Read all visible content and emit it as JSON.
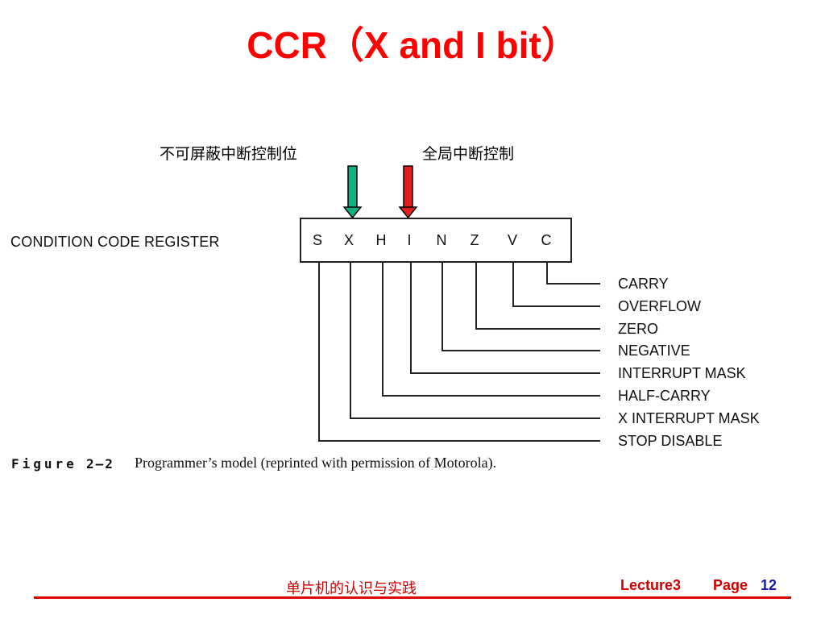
{
  "slide": {
    "title": "CCR（X and I bit）"
  },
  "annotations": {
    "x_bit_label": "不可屏蔽中断控制位",
    "i_bit_label": "全局中断控制"
  },
  "colors": {
    "title": "#ff0000",
    "x_arrow": "#10b080",
    "i_arrow": "#e02020",
    "footer_text": "#cc0000",
    "page_number": "#1a1aa8",
    "footer_rule": "#e00000"
  },
  "register": {
    "caption": "CONDITION CODE REGISTER",
    "bits": [
      {
        "letter": "S",
        "description": "STOP DISABLE"
      },
      {
        "letter": "X",
        "description": "X INTERRUPT MASK"
      },
      {
        "letter": "H",
        "description": "HALF-CARRY"
      },
      {
        "letter": "I",
        "description": "INTERRUPT MASK"
      },
      {
        "letter": "N",
        "description": "NEGATIVE"
      },
      {
        "letter": "Z",
        "description": "ZERO"
      },
      {
        "letter": "V",
        "description": "OVERFLOW"
      },
      {
        "letter": "C",
        "description": "CARRY"
      }
    ]
  },
  "figure": {
    "label": "Figure",
    "number": "2–2",
    "caption": "Programmer’s model (reprinted with permission of Motorola)."
  },
  "footer": {
    "course_title": "单片机的认识与实践",
    "lecture": "Lecture3",
    "page_label": "Page",
    "page_number": "12"
  }
}
